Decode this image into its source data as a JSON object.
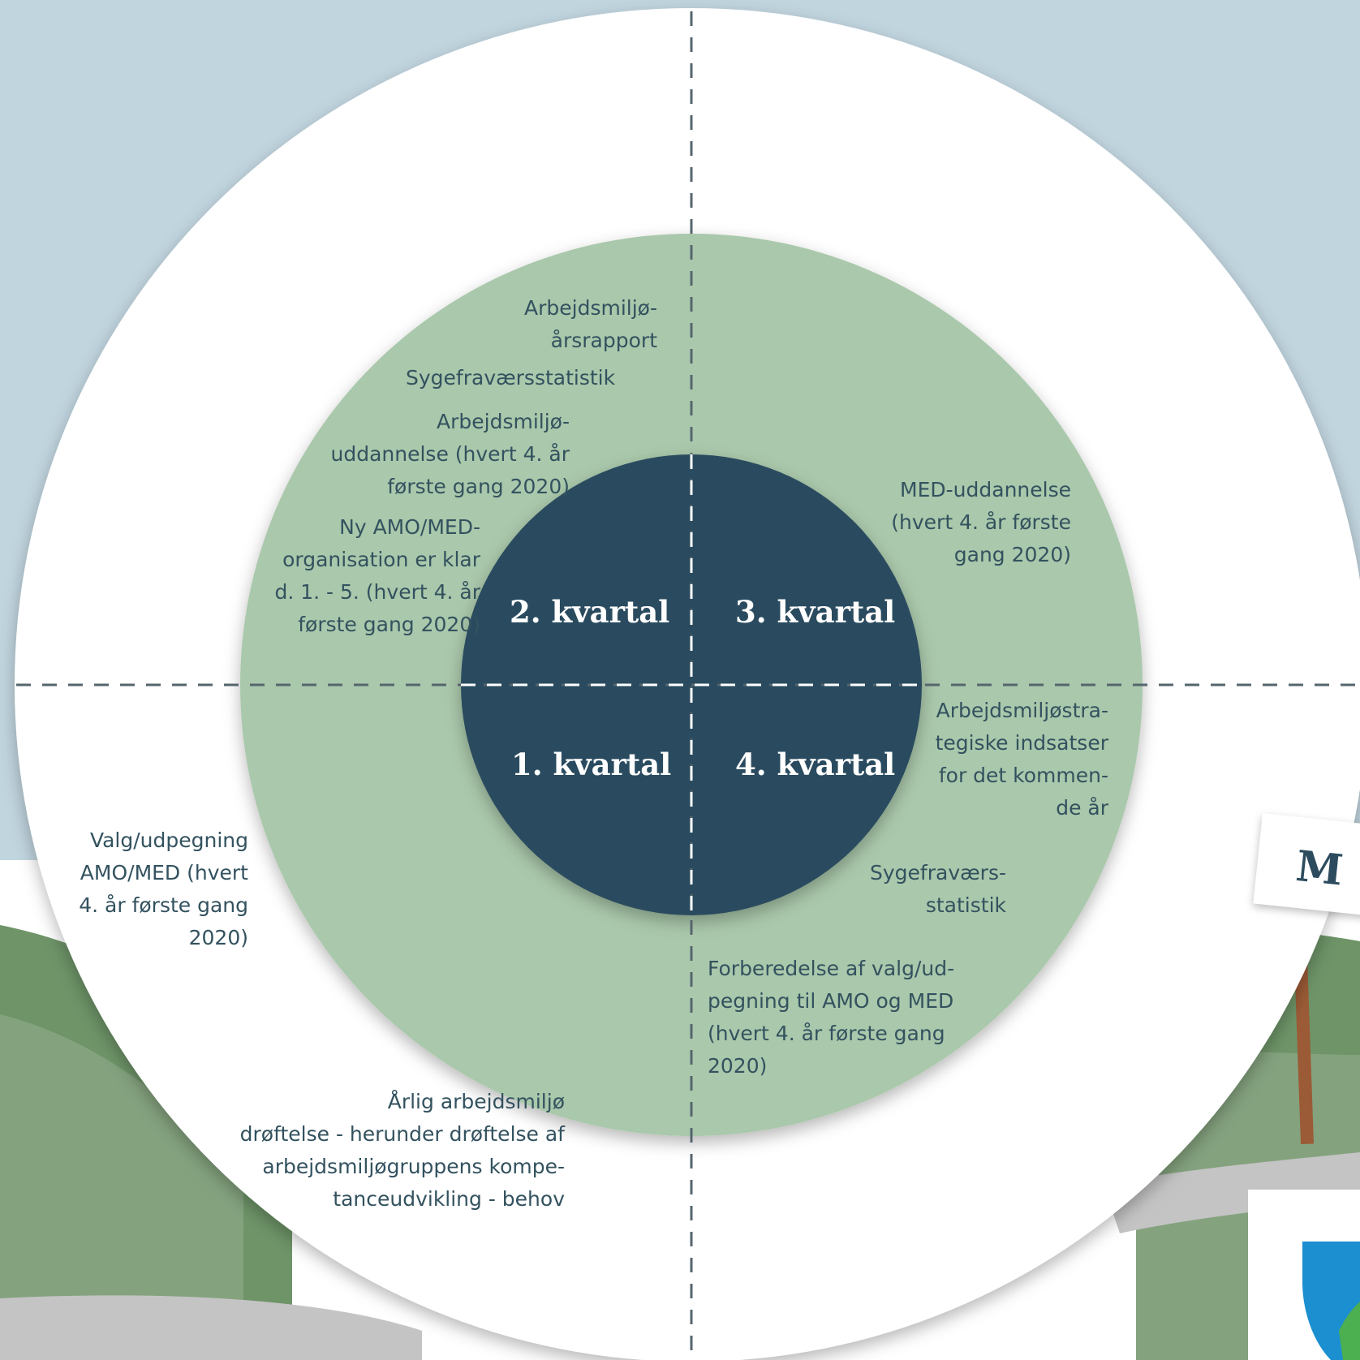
{
  "quarters": {
    "q1": "1. kvartal",
    "q2": "2. kvartal",
    "q3": "3. kvartal",
    "q4": "4. kvartal"
  },
  "activities": {
    "q2_arsrapport": "Arbejdsmiljø-\nårsrapport",
    "q2_sygefravaer": "Sygefraværsstatistik",
    "q2_uddannelse": "Arbejdsmiljø-\nuddannelse (hvert 4. år\nførste gang 2020)",
    "q2_organisation": "Ny AMO/MED-\norganisation er klar\nd. 1. - 5. (hvert 4. år\nførste gang 2020)",
    "q3_med_uddannelse": "MED-uddannelse\n(hvert 4. år første\ngang 2020)",
    "q4_strategiske": "Arbejdsmiljøstra-\ntegiske indsatser\nfor det kommen-\nde år",
    "q4_sygefravaer": "Sygefraværs-\nstatistik",
    "q4_forberedelse": "Forberedelse af valg/ud-\npegning til AMO og MED\n(hvert 4. år første gang\n2020)",
    "q1_valg": "Valg/udpegning\nAMO/MED (hvert\n4. år første gang\n2020)",
    "q1_droeftelse": "Årlig arbejdsmiljø\ndrøftelse - herunder drøftelse af\narbejdsmiljøgruppens kompe-\ntanceudvikling - behov"
  },
  "sign": {
    "text": "M"
  },
  "colors": {
    "sky": "#c1d5df",
    "outer_ring": "#ffffff",
    "middle_ring": "#aac8ab",
    "inner_circle": "#2c4b5e",
    "text": "#33525f",
    "hills": "#6e9468",
    "road": "#c4c4c4",
    "post": "#9b5b36",
    "shield_blue": "#1b8fd0"
  }
}
